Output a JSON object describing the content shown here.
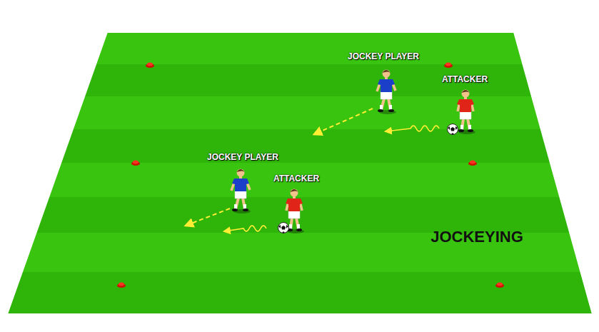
{
  "diagram": {
    "title": "JOCKEYING",
    "labels": [
      "JOCKEY PLAYER",
      "ATTACKER",
      "JOCKEY PLAYER",
      "ATTACKER"
    ]
  }
}
